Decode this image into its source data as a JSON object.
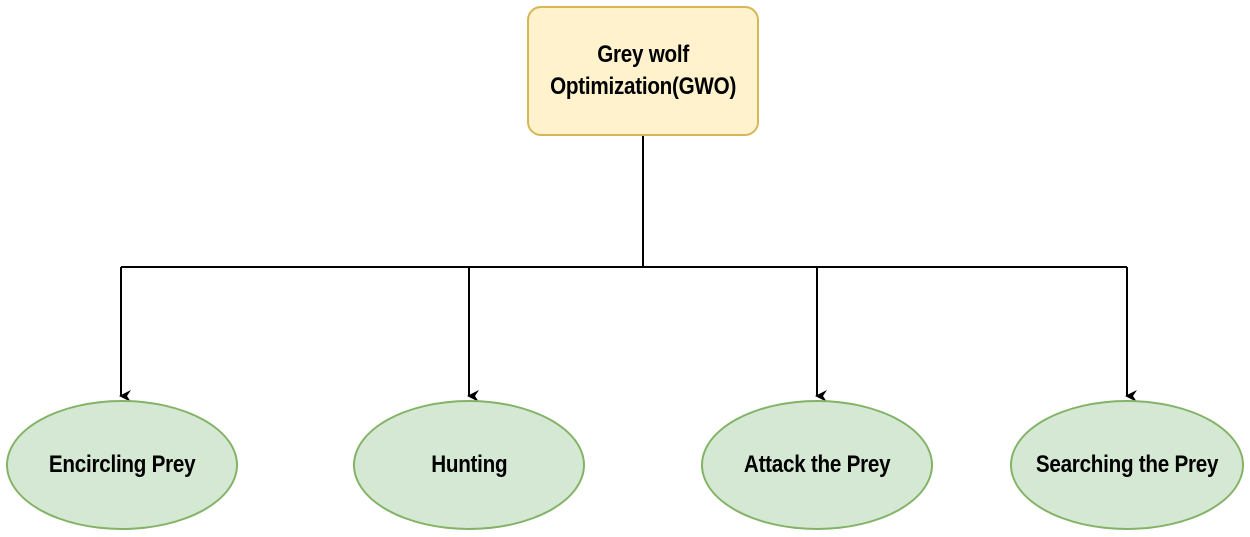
{
  "root": {
    "label": "Grey wolf\nOptimization(GWO)",
    "line1": "Grey wolf",
    "line2": "Optimization(GWO)"
  },
  "children": [
    {
      "label": "Encircling Prey"
    },
    {
      "label": "Hunting"
    },
    {
      "label": "Attack the Prey"
    },
    {
      "label": "Searching the Prey"
    }
  ],
  "colors": {
    "root_fill": "#fff2cc",
    "root_stroke": "#d6b656",
    "child_fill": "#d5e8d4",
    "child_stroke": "#82b366",
    "connector": "#000000"
  }
}
